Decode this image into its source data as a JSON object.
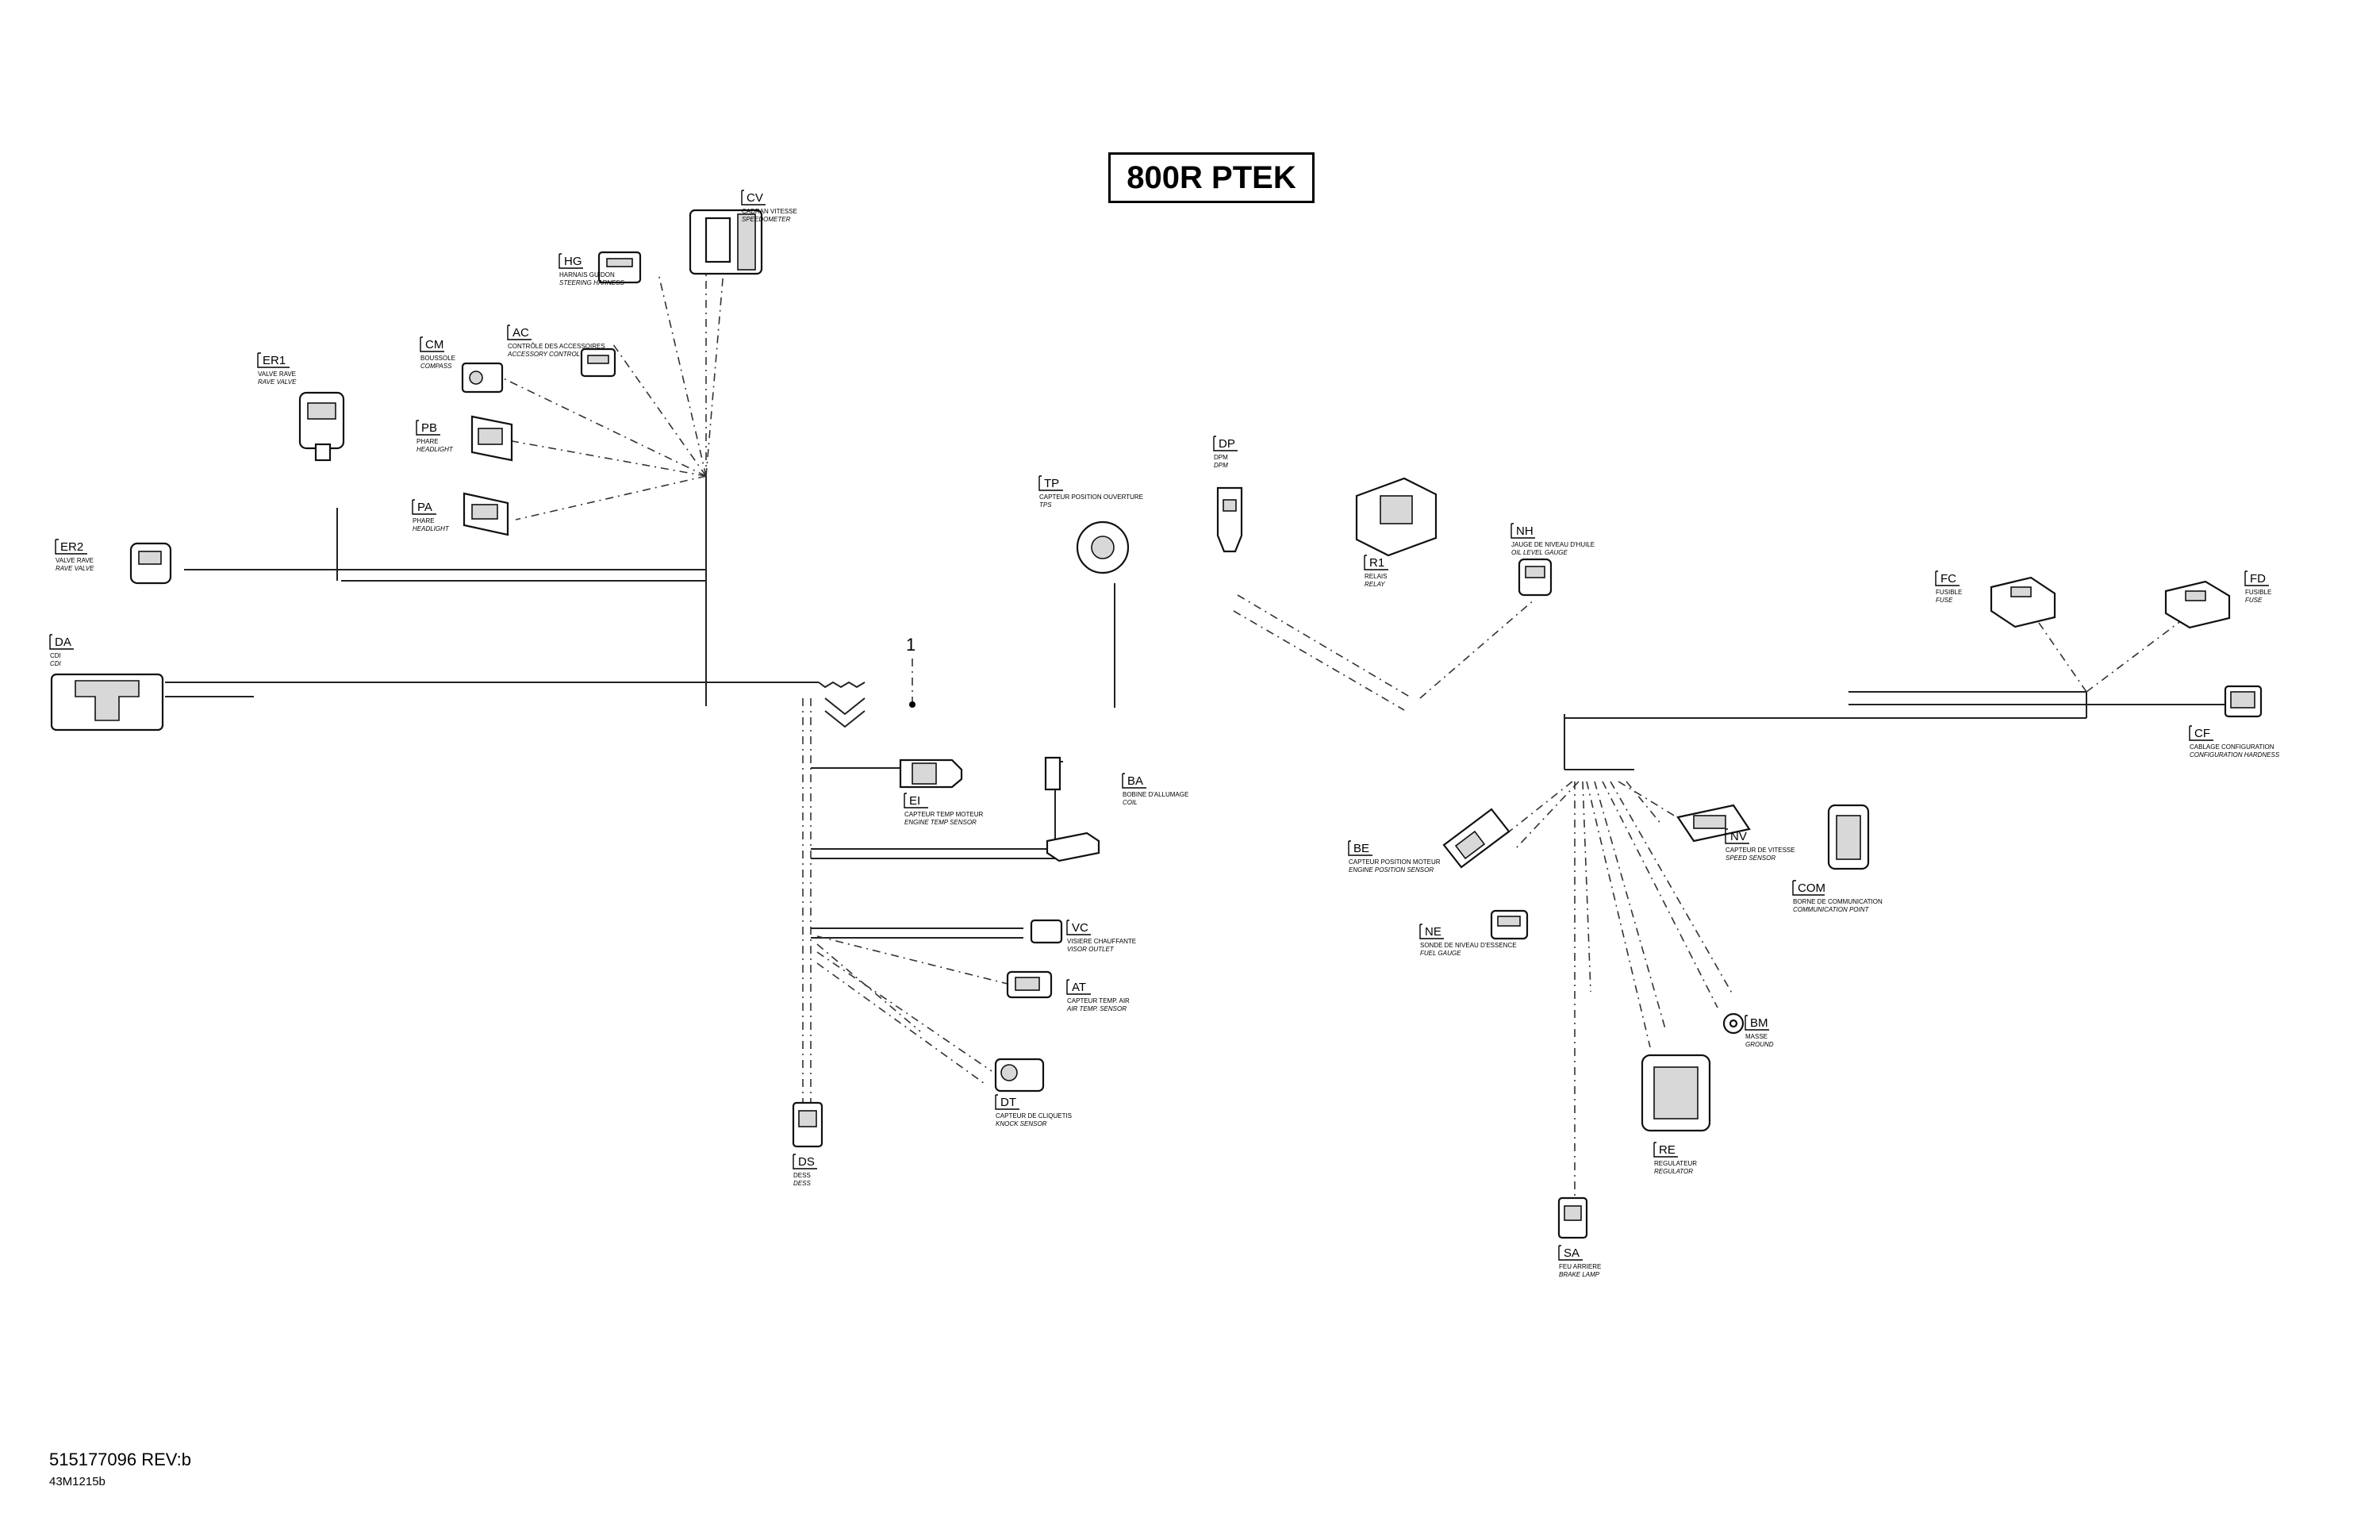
{
  "title": "800R PTEK",
  "part_number": "515177096 REV:b",
  "drawing_number": "43M1215b",
  "callout": "1",
  "connectors": [
    {
      "id": "hg",
      "code": "HG",
      "fr": "HARNAIS GUIDON",
      "en": "STEERING HARNESS"
    },
    {
      "id": "cv",
      "code": "CV",
      "fr": "CADRAN VITESSE",
      "en": "SPEEDOMETER"
    },
    {
      "id": "ac",
      "code": "AC",
      "fr": "CONTRÔLE DES ACCESSOIRES",
      "en": "ACCESSORY CONTROL"
    },
    {
      "id": "cm",
      "code": "CM",
      "fr": "BOUSSOLE",
      "en": "COMPASS"
    },
    {
      "id": "er1",
      "code": "ER1",
      "fr": "VALVE RAVE",
      "en": "RAVE VALVE"
    },
    {
      "id": "pb",
      "code": "PB",
      "fr": "PHARE",
      "en": "HEADLIGHT"
    },
    {
      "id": "pa",
      "code": "PA",
      "fr": "PHARE",
      "en": "HEADLIGHT"
    },
    {
      "id": "er2",
      "code": "ER2",
      "fr": "VALVE RAVE",
      "en": "RAVE VALVE"
    },
    {
      "id": "da",
      "code": "DA",
      "fr": "CDI",
      "en": "CDI"
    },
    {
      "id": "tp",
      "code": "TP",
      "fr": "CAPTEUR POSITION OUVERTURE",
      "en": "TPS"
    },
    {
      "id": "dp",
      "code": "DP",
      "fr": "DPM",
      "en": "DPM"
    },
    {
      "id": "r1",
      "code": "R1",
      "fr": "RELAIS",
      "en": "RELAY"
    },
    {
      "id": "nh",
      "code": "NH",
      "fr": "JAUGE DE NIVEAU D'HUILE",
      "en": "OIL LEVEL GAUGE"
    },
    {
      "id": "fc",
      "code": "FC",
      "fr": "FUSIBLE",
      "en": "FUSE"
    },
    {
      "id": "fd",
      "code": "FD",
      "fr": "FUSIBLE",
      "en": "FUSE"
    },
    {
      "id": "cf",
      "code": "CF",
      "fr": "CABLAGE CONFIGURATION",
      "en": "CONFIGURATION HARDNESS"
    },
    {
      "id": "ei",
      "code": "EI",
      "fr": "CAPTEUR TEMP MOTEUR",
      "en": "ENGINE TEMP SENSOR"
    },
    {
      "id": "ba",
      "code": "BA",
      "fr": "BOBINE D'ALLUMAGE",
      "en": "COIL"
    },
    {
      "id": "be",
      "code": "BE",
      "fr": "CAPTEUR POSITION MOTEUR",
      "en": "ENGINE POSITION SENSOR"
    },
    {
      "id": "nv",
      "code": "NV",
      "fr": "CAPTEUR DE VITESSE",
      "en": "SPEED SENSOR"
    },
    {
      "id": "com",
      "code": "COM",
      "fr": "BORNE DE COMMUNICATION",
      "en": "COMMUNICATION POINT"
    },
    {
      "id": "vc",
      "code": "VC",
      "fr": "VISIERE CHAUFFANTE",
      "en": "VISOR OUTLET"
    },
    {
      "id": "ne",
      "code": "NE",
      "fr": "SONDE DE NIVEAU D'ESSENCE",
      "en": "FUEL GAUGE"
    },
    {
      "id": "at",
      "code": "AT",
      "fr": "CAPTEUR TEMP. AIR",
      "en": "AIR TEMP. SENSOR"
    },
    {
      "id": "bm",
      "code": "BM",
      "fr": "MASSE",
      "en": "GROUND"
    },
    {
      "id": "dt",
      "code": "DT",
      "fr": "CAPTEUR DE CLIQUETIS",
      "en": "KNOCK SENSOR"
    },
    {
      "id": "re",
      "code": "RE",
      "fr": "REGULATEUR",
      "en": "REGULATOR"
    },
    {
      "id": "ds",
      "code": "DS",
      "fr": "DESS",
      "en": "DESS"
    },
    {
      "id": "sa",
      "code": "SA",
      "fr": "FEU ARRIERE",
      "en": "BRAKE LAMP"
    }
  ]
}
